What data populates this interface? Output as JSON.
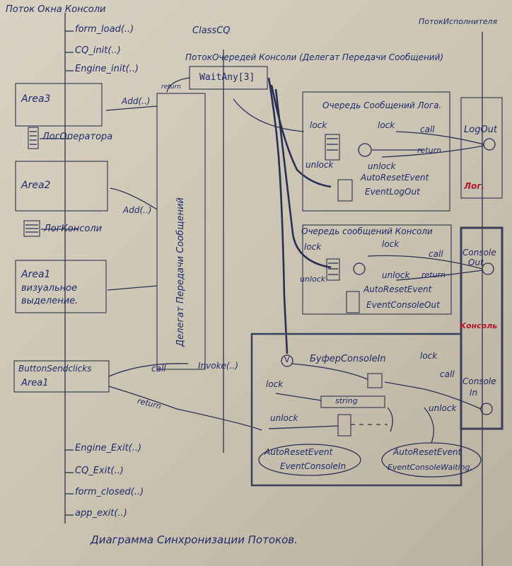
{
  "title": "Диаграмма Синхронизации Потоков.",
  "columns": {
    "left": "Поток Окна Консоли",
    "middle": "ClassCQ",
    "right": "ПотокИсполнителя",
    "queue_thread": "ПотокОчередей Консоли (Делегат Передачи Сообщений)"
  },
  "init_calls": [
    "form_load(..)",
    "CQ_init(..)",
    "Engine_init(..)"
  ],
  "exit_calls": [
    "Engine_Exit(..)",
    "CQ_Exit(..)",
    "form_closed(..)",
    "app_exit(..)"
  ],
  "areas": {
    "area3": "Area3",
    "area2": "Area2",
    "area1": "Area1",
    "area1_desc_1": "визуальное",
    "area1_desc_2": "выделение.",
    "button_1": "ButtonSendclicks",
    "button_2": "Area1"
  },
  "labels": {
    "add1": "Add(..)",
    "add2": "Add(..)",
    "log_operator": "ЛогОператора",
    "log_console": "ЛогКонсоли",
    "delegate": "Делегат Передачи Сообщений",
    "return_top": "return",
    "wait_any": "WaitAny[3]",
    "invoke": "Invoke(..)",
    "call": "call",
    "return_bottom": "return"
  },
  "log_queue": {
    "title": "Очередь Сообщений Лога.",
    "lock1": "lock",
    "lock2": "lock",
    "unlock1": "unlock",
    "unlock2": "unlock",
    "call": "call",
    "return": "return",
    "event1": "AutoResetEvent",
    "event2": "EventLogOut"
  },
  "console_queue": {
    "title": "Очередь сообщений Консоли",
    "lock1": "lock",
    "lock2": "lock",
    "unlock1": "unlock",
    "unlock2": "unlock",
    "call": "call",
    "return": "return",
    "event1": "AutoResetEvent",
    "event2": "EventConsoleOut"
  },
  "buffer": {
    "title": "БуферConsoleIn",
    "lock1": "lock",
    "lock2": "lock",
    "unlock1": "unlock",
    "unlock2": "unlock",
    "call": "call",
    "string": "string",
    "v": "V",
    "ev1_a": "AutoResetEvent",
    "ev1_b": "EventConsoleIn",
    "ev2_a": "AutoResetEvent",
    "ev2_b": "EventConsoleWaiting."
  },
  "right_side": {
    "log_out": "LogOut",
    "log_tag": "Лог.",
    "console_out_1": "Console",
    "console_out_2": "Out",
    "console_tag": "Консоль",
    "console_in_1": "Console",
    "console_in_2": "In"
  },
  "colors": {
    "ink": "#1f2a6b",
    "red_ink": "#b0152b",
    "paper": "#d4cdbd"
  }
}
